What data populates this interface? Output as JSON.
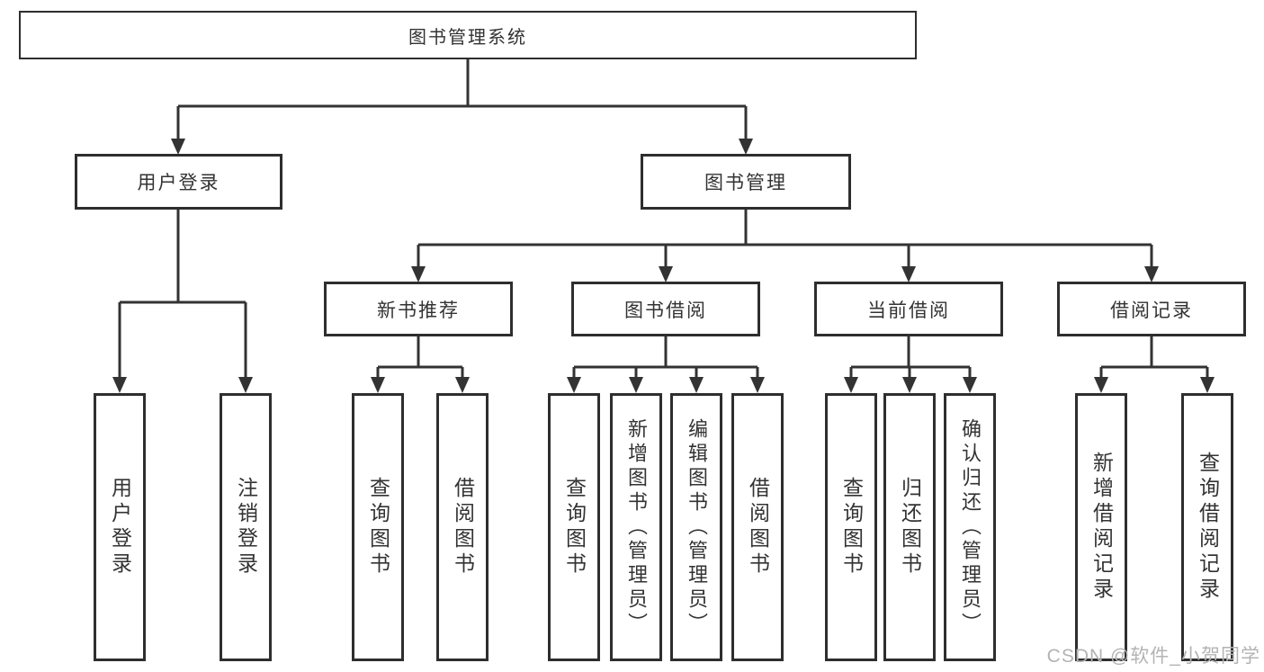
{
  "tree": {
    "label": "图书管理系统",
    "children": [
      {
        "label": "用户登录",
        "children": [
          {
            "label": "用户登录"
          },
          {
            "label": "注销登录"
          }
        ]
      },
      {
        "label": "图书管理",
        "children": [
          {
            "label": "新书推荐",
            "children": [
              {
                "label": "查询图书"
              },
              {
                "label": "借阅图书"
              }
            ]
          },
          {
            "label": "图书借阅",
            "children": [
              {
                "label": "查询图书"
              },
              {
                "label": "新增图书（管理员）"
              },
              {
                "label": "编辑图书（管理员）"
              },
              {
                "label": "借阅图书"
              }
            ]
          },
          {
            "label": "当前借阅",
            "children": [
              {
                "label": "查询图书"
              },
              {
                "label": "归还图书"
              },
              {
                "label": "确认归还（管理员）"
              }
            ]
          },
          {
            "label": "借阅记录",
            "children": [
              {
                "label": "新增借阅记录"
              },
              {
                "label": "查询借阅记录"
              }
            ]
          }
        ]
      }
    ]
  },
  "watermark": "CSDN @软件_小贺同学",
  "colors": {
    "line": "#333333",
    "box_border": "#2e2e2e",
    "box_fill": "#ffffff",
    "text": "#333333",
    "watermark_text": "#b3b3b3"
  }
}
